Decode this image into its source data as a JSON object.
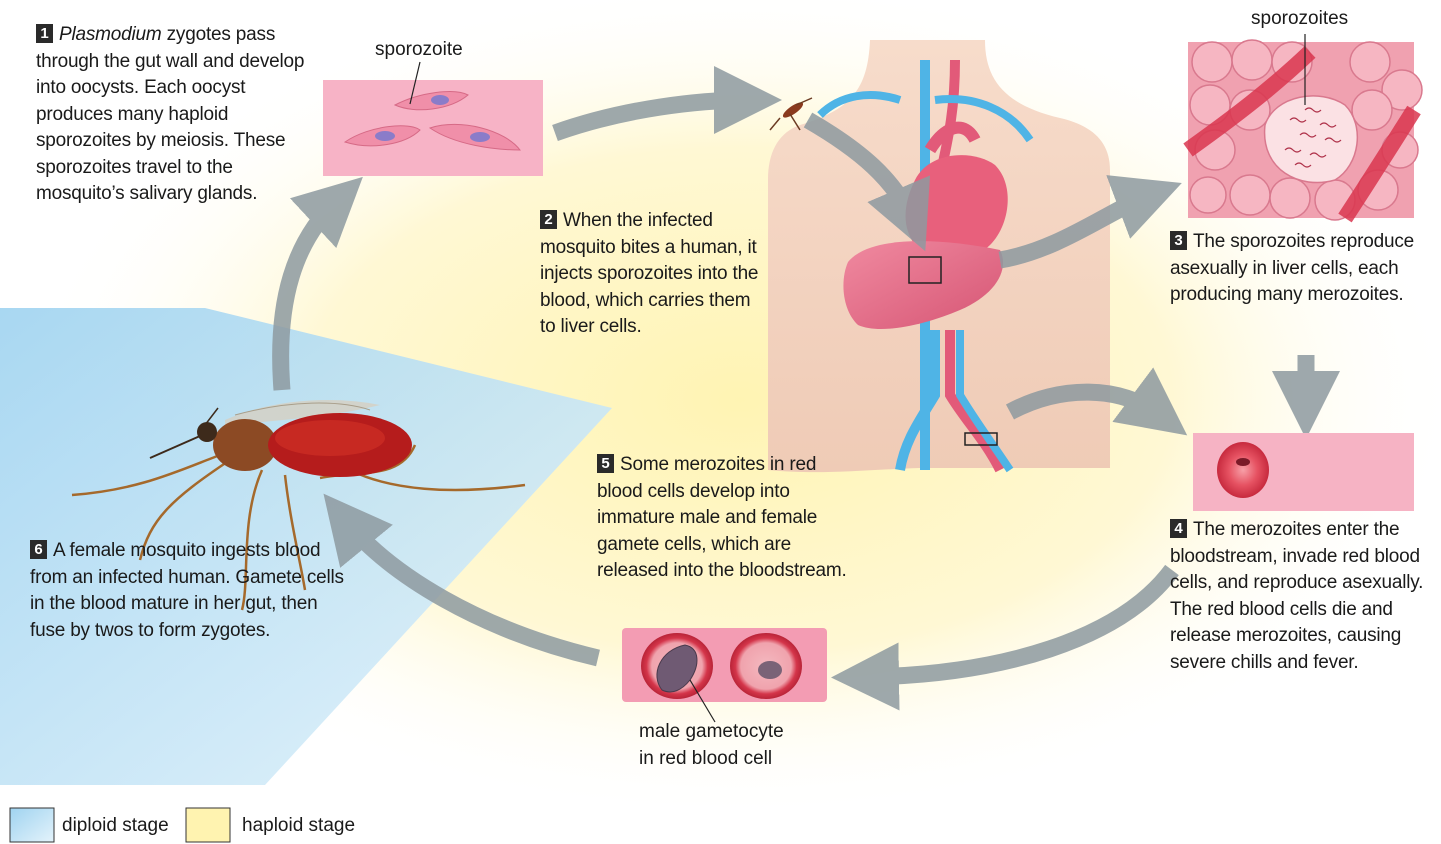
{
  "steps": [
    {
      "num": "1",
      "italic_word": "Plasmodium",
      "text": " zygotes pass through the gut wall and develop into oocysts. Each oocyst produces many haploid sporozoites by meiosis. These sporozoites travel to the mosquito’s salivary glands."
    },
    {
      "num": "2",
      "text": "When the infected mosquito bites a human, it injects sporozoites into the blood, which carries them to liver cells."
    },
    {
      "num": "3",
      "text": "The sporozoites reproduce asexually in liver cells, each producing many merozoites."
    },
    {
      "num": "4",
      "text": "The merozoites enter the bloodstream, invade red blood cells, and reproduce asexually. The red blood cells die and release merozoites, causing severe chills and fever."
    },
    {
      "num": "5",
      "text": "Some merozoites in red blood cells develop into immature male and female gamete cells, which are released into the bloodstream."
    },
    {
      "num": "6",
      "text": "A female mosquito ingests blood from an infected human. Gamete cells in the blood mature in her gut, then fuse by twos to form zygotes."
    }
  ],
  "labels": {
    "sporozoite": "sporozoite",
    "sporozoites": "sporozoites",
    "gametocyte_line1": "male gametocyte",
    "gametocyte_line2": "in red blood cell"
  },
  "legend": {
    "diploid": "diploid stage",
    "haploid": "haploid stage"
  },
  "colors": {
    "diploid": "#bfe3f7",
    "haploid": "#fff3b0",
    "arrow": "#8e9aa0",
    "cell_bg": "#f5b3c8",
    "rbc": "#d8324a",
    "skin": "#f6d7c4"
  }
}
